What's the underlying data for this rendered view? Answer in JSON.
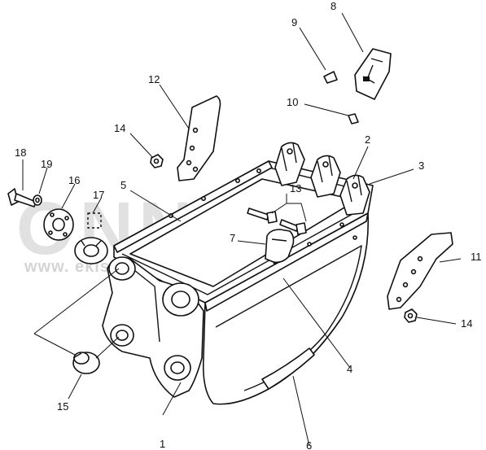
{
  "watermark": {
    "main": "ONNYK",
    "url": "www.  ekismakinalari.com.tr"
  },
  "callouts": [
    {
      "label": "1",
      "part": "bucket"
    },
    {
      "label": "2",
      "part": "tooth-adapter"
    },
    {
      "label": "3",
      "part": "tooth-adapter"
    },
    {
      "label": "4",
      "part": "cutting-edge"
    },
    {
      "label": "5",
      "part": "top-edge"
    },
    {
      "label": "6",
      "part": "wear-plate"
    },
    {
      "label": "7",
      "part": "bracket"
    },
    {
      "label": "8",
      "part": "tooth-point"
    },
    {
      "label": "9",
      "part": "retaining-pin"
    },
    {
      "label": "10",
      "part": "retaining-pin"
    },
    {
      "label": "11",
      "part": "side-cutter-right"
    },
    {
      "label": "12",
      "part": "side-cutter-left"
    },
    {
      "label": "13",
      "part": "bolt"
    },
    {
      "label": "14",
      "part": "nut"
    },
    {
      "label": "14",
      "part": "nut"
    },
    {
      "label": "15",
      "part": "bushing"
    },
    {
      "label": "16",
      "part": "shim-plate"
    },
    {
      "label": "17",
      "part": "split-ring"
    },
    {
      "label": "18",
      "part": "bolt"
    },
    {
      "label": "19",
      "part": "washer"
    }
  ]
}
